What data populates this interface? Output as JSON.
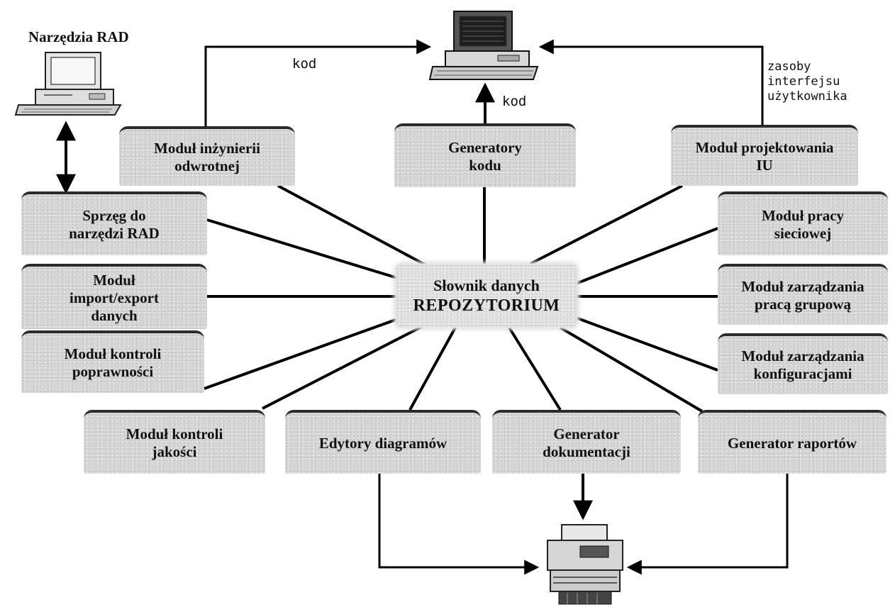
{
  "title": "Narzędzia RAD",
  "center": {
    "line1": "Słownik danych",
    "line2": "REPOZYTORIUM"
  },
  "modules": {
    "reverse_engineering": "Moduł inżynierii\nodwrotnej",
    "code_generators": "Generatory\nkodu",
    "ui_design": "Moduł projektowania\nIU",
    "rad_interface": "Sprzęg do\nnarzędzi RAD",
    "import_export": "Moduł\nimport/export\ndanych",
    "validity": "Moduł kontroli\npoprawności",
    "quality": "Moduł kontroli\njakości",
    "diagram_editors": "Edytory diagramów",
    "doc_generator": "Generator\ndokumentacji",
    "report_generator": "Generator raportów",
    "networking": "Moduł pracy\nsieciowej",
    "group_work": "Moduł zarządzania\npracą grupową",
    "configuration": "Moduł zarządzania\nkonfiguracjami"
  },
  "edge_labels": {
    "kod_top": "kod",
    "kod_mid": "kod",
    "ui_resources": "zasoby\ninterfejsu\nużytkownika"
  },
  "icons": {
    "rad_computer": "desktop-computer-icon",
    "target_computer": "desktop-computer-icon",
    "printer": "printer-icon"
  }
}
